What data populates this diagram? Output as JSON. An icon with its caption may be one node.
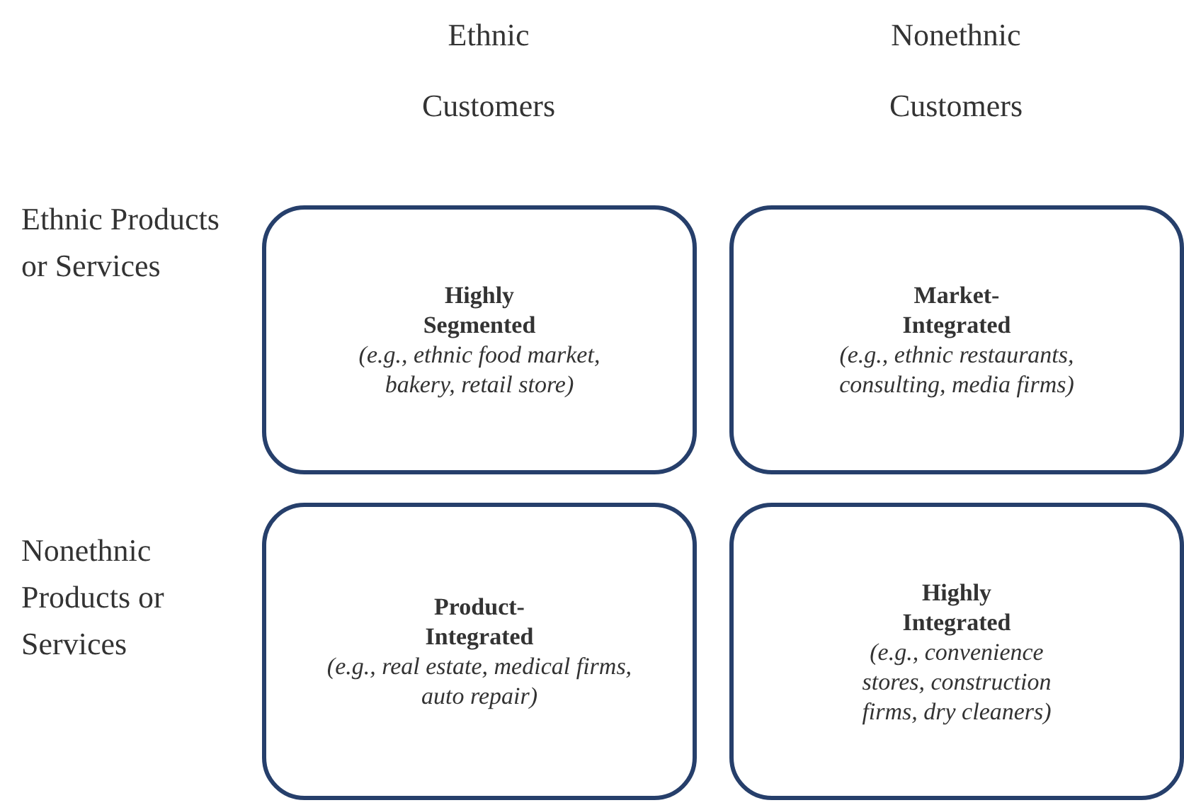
{
  "diagram": {
    "nodes": [
      {
        "text": [
          "Highly Segmented",
          "(e.g., ethnic food market, bakery, retail store)"
        ]
      },
      {
        "text": [
          "Market-Integrated",
          "(e.g., ethnic restaurants, consulting, media firms)"
        ]
      },
      {
        "text": [
          "Product-Integrated",
          "(e.g., real estate, medical firms, auto repair)"
        ]
      },
      {
        "text": [
          "Highly Integrated",
          "(e.g., convenience stores, construction firms, dry cleaners)"
        ]
      }
    ],
    "edges": [],
    "labels": [
      "Ethnic Customers",
      "Nonethnic Customers",
      "Ethnic Products or Services",
      "Nonethnic Products or Services"
    ]
  }
}
